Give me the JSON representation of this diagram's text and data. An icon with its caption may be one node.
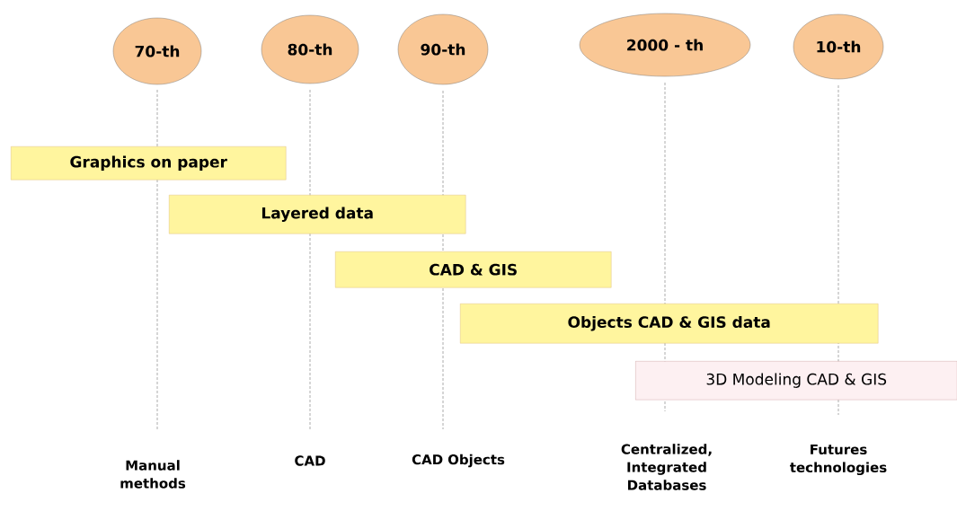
{
  "diagram": {
    "nodes": [
      {
        "text": [
          "70-th"
        ]
      },
      {
        "text": [
          "80-th"
        ]
      },
      {
        "text": [
          "90-th"
        ]
      },
      {
        "text": [
          "2000 - th"
        ]
      },
      {
        "text": [
          "10-th"
        ]
      },
      {
        "text": [
          "Graphics on paper"
        ]
      },
      {
        "text": [
          "Layered data"
        ]
      },
      {
        "text": [
          "CAD & GIS"
        ]
      },
      {
        "text": [
          "Objects CAD & GIS data"
        ]
      },
      {
        "text": [
          "3D Modeling CAD & GIS"
        ]
      },
      {
        "text": [
          "Manual methods"
        ]
      },
      {
        "text": [
          "CAD"
        ]
      },
      {
        "text": [
          "CAD Objects"
        ]
      },
      {
        "text": [
          "Centralized, Integrated Databases"
        ]
      },
      {
        "text": [
          "Futures technologies"
        ]
      }
    ]
  }
}
